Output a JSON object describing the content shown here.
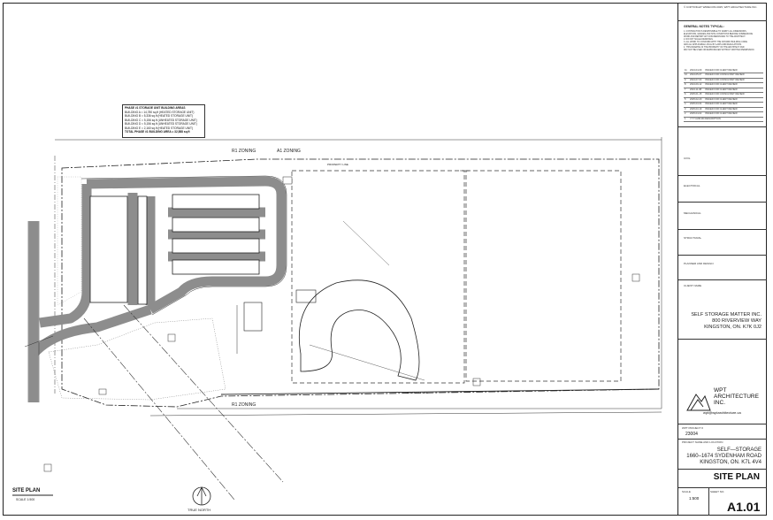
{
  "copyright": "© COPYRIGHT WIRECOM 2025, WPT ARCHITECTURE INC.",
  "general_notes": {
    "title": "GENERAL NOTES TYPICAL:",
    "lines": [
      "1. CONTRACTOR IS RESPONSIBLE TO VERIFY ALL DIMENSIONS,",
      "ELEVATIONS, GRADES AND SITE CONDITIONS BEFORE COMMENCING",
      "WORK AND REPORT ANY DISCREPANCIES TO THE ARCHITECT.",
      "2. DO NOT SCALE DRAWINGS.",
      "3. ALL WORK TO CONFORM WITH THE ONTARIO BUILDING CODE",
      "AND ALL APPLICABLE LOCAL BY-LAWS AND REGULATIONS.",
      "4. THIS DRAWING IS THE PROPERTY OF THE ARCHITECT AND",
      "MAY NOT BE USED OR REPRODUCED WITHOUT WRITTEN PERMISSION."
    ]
  },
  "revisions": [
    {
      "no": "11",
      "date": "2024-04-09",
      "desc": "ISSUED FOR CLIENT REVIEW"
    },
    {
      "no": "10",
      "date": "2024-05-07",
      "desc": "ISSUED FOR CONSULTANT REVIEW"
    },
    {
      "no": "9",
      "date": "2024-07-03",
      "desc": "ISSUED FOR CONSULTANT REVIEW"
    },
    {
      "no": "8",
      "date": "2024-09-12",
      "desc": "ISSUED FOR CLIENT REVIEW"
    },
    {
      "no": "7",
      "date": "2024-11-08",
      "desc": "ISSUED FOR CLIENT REVIEW"
    },
    {
      "no": "6",
      "date": "2025-01-15",
      "desc": "ISSUED FOR CONSULTANT REVIEW"
    },
    {
      "no": "5",
      "date": "2025-02-20",
      "desc": "ISSUED FOR CLIENT REVIEW"
    },
    {
      "no": "4",
      "date": "2025-03-04",
      "desc": "ISSUED FOR CLIENT REVIEW"
    },
    {
      "no": "3",
      "date": "2025-03-19",
      "desc": "ISSUED FOR CLIENT REVIEW"
    },
    {
      "no": "2",
      "date": "2025-04-02",
      "desc": "ISSUED FOR CLIENT REVIEW"
    },
    {
      "no": "1",
      "date": "YYYY-MM-DD",
      "desc": "DESCRIPTION"
    }
  ],
  "consultant_labels": [
    "CIVIL",
    "ELECTRICAL",
    "MECHANICAL",
    "STRUCTURAL",
    "PLANNER AND DESIGN",
    "CLIENT NAME"
  ],
  "client": {
    "name": "SELF STORAGE MATTER INC.",
    "address1": "800 RIVERVIEW WAY",
    "address2": "KINGSTON, ON. K7K 0J2"
  },
  "north_arrow_label": "TRUE NORTH",
  "architect": {
    "name_line1": "WPT",
    "name_line2": "ARCHITECTURE",
    "name_line3": "INC.",
    "email": "wpt@wptarchitecture.ca"
  },
  "project": {
    "number_label": "WPT PROJECT #",
    "number": "23004",
    "name_label": "PROJECT NAME AND LOCATION",
    "name": "SELF—STORAGE",
    "address1": "1660–1674 SYDENHAM ROAD",
    "address2": "KINGSTON, ON. K7L 4V4"
  },
  "sheet": {
    "title": "SITE PLAN",
    "scale_label": "SCALE",
    "scale": "1:500",
    "number": "A1.01",
    "sheet_label": "SHEET NO."
  },
  "drawing": {
    "title": "SITE PLAN",
    "scale": "SCALE 1:500",
    "zone_labels": [
      "R1 ZONING",
      "A1 ZONING",
      "R1 ZONING"
    ],
    "property_line": "PROPERTY LINE",
    "area_table": {
      "title": "PHASE #1 STORAGE UNIT BUILDING AREAS",
      "rows": [
        "BUILDING A = 14,780 sq.ft (HEATED STORAGE UNIT)",
        "BUILDING B = 5,336 sq.ft (HEATED STORAGE UNIT)",
        "BUILDING C = 5,156 sq.ft (UNHEATED STORAGE UNIT)",
        "BUILDING D = 5,156 sq.ft (UNHEATED STORAGE UNIT)",
        "BUILDING E = 2,160 sq.ft (HEATED STORAGE UNIT)",
        "TOTAL PHASE #1 BUILDING AREA = 32,588 sq.ft"
      ]
    }
  }
}
